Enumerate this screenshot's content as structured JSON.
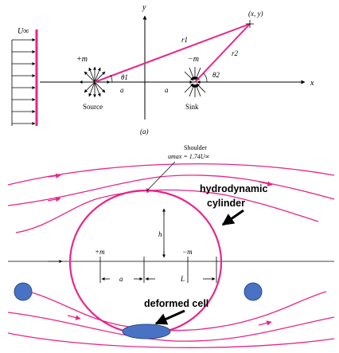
{
  "figure": {
    "panel_a": {
      "axis_y": "y",
      "axis_x": "x",
      "point": "(x, y)",
      "freestream": "U∞",
      "source_strength": "+m",
      "sink_strength": "−m",
      "source_label": "Source",
      "sink_label": "Sink",
      "theta1": "θ1",
      "theta2": "θ2",
      "r1": "r1",
      "r2": "r2",
      "half_distance_left": "a",
      "half_distance_right": "a",
      "caption": "(a)"
    },
    "panel_b": {
      "shoulder": "Shoulder",
      "umax": "umax = 1.74U∞",
      "source_strength": "+m",
      "sink_strength": "−m",
      "half_height": "h",
      "half_distance": "a",
      "half_length": "L",
      "label_cylinder_line1": "hydrodynamic",
      "label_cylinder_line2": "cylinder",
      "label_cell": "deformed cell"
    },
    "colors": {
      "streamline": "#e8258a",
      "cell": "#4a72c4",
      "cell_outline": "#2c4c8c",
      "ink": "#000000"
    }
  }
}
